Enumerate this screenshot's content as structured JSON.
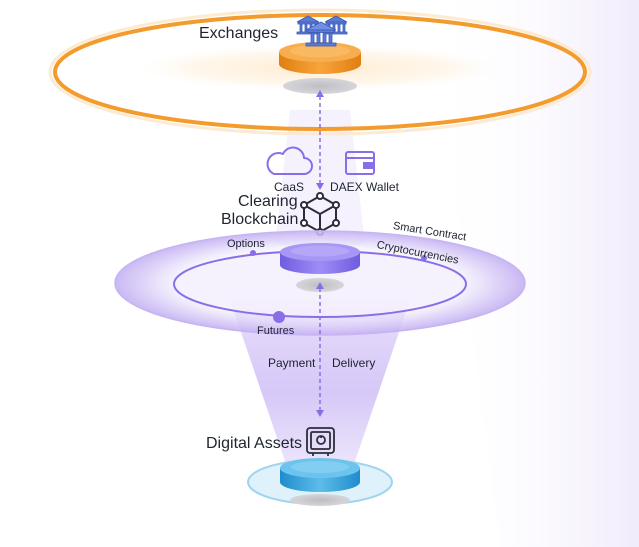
{
  "diagram": {
    "exchanges": {
      "label": "Exchanges",
      "icon": "bank-icon",
      "color": "#f3941f"
    },
    "caas": {
      "label": "CaaS",
      "icon": "cloud-icon"
    },
    "wallet": {
      "label": "DAEX Wallet",
      "icon": "wallet-icon"
    },
    "clearing": {
      "label_line1": "Clearing",
      "label_line2": "Blockchain",
      "icon": "blockchain-cube-icon",
      "color": "#8a78f0"
    },
    "ring_labels": {
      "options": "Options",
      "smart_contract": "Smart Contract",
      "cryptocurrencies": "Cryptocurrencies",
      "futures": "Futures"
    },
    "flow": {
      "payment": "Payment",
      "delivery": "Delivery"
    },
    "digital_assets": {
      "label": "Digital Assets",
      "icon": "safe-icon",
      "color": "#3aa6dc"
    }
  }
}
